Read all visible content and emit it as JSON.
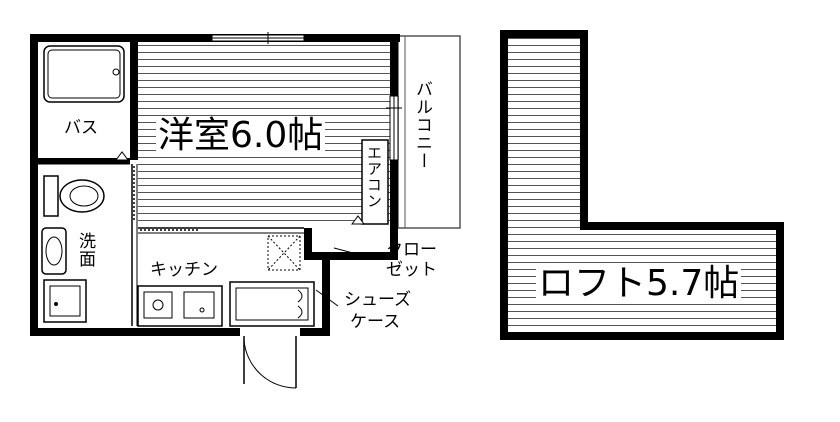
{
  "plan": {
    "rooms": {
      "western_room": "洋室6.0帖",
      "loft": "ロフト5.7帖",
      "bath": "バス",
      "washroom": "洗面",
      "kitchen": "キッチン",
      "balcony": "バルコニー",
      "aircon": "エアコン",
      "closet_line1": "クロー",
      "closet_line2": "ゼット",
      "shoe_case_line1": "シューズ",
      "shoe_case_line2": "ケース"
    }
  }
}
